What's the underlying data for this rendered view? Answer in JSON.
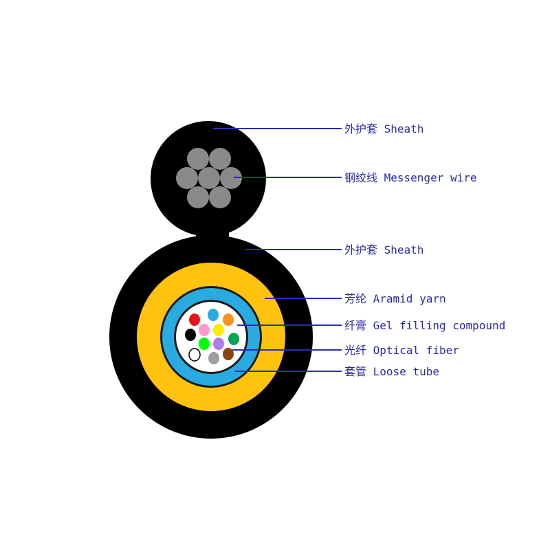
{
  "labels": {
    "sheath_top": "外护套 Sheath",
    "messenger": "钢绞线 Messenger wire",
    "sheath_main": "外护套 Sheath",
    "aramid": "芳纶 Aramid yarn",
    "gel": "纤膏 Gel filling compound",
    "fiber": "光纤 Optical fiber",
    "loose_tube": "套管 Loose tube"
  },
  "colors": {
    "sheath": "#000000",
    "messenger_strand": "#8a8a8a",
    "aramid": "#ffc20e",
    "loose_tube": "#29abe2",
    "gel": "#ffffff",
    "leader_line": "#2b2bb8",
    "label_text": "#2a2aa8"
  },
  "fibers": [
    {
      "color": "#e8141b"
    },
    {
      "color": "#29abe2"
    },
    {
      "color": "#f7931e"
    },
    {
      "color": "#000000"
    },
    {
      "color": "#ff99cc"
    },
    {
      "color": "#ffea00"
    },
    {
      "color": "#00a651"
    },
    {
      "color": "#00ff00"
    },
    {
      "color": "#b07de6"
    },
    {
      "color": "#ffffff"
    },
    {
      "color": "#9e9e9e"
    },
    {
      "color": "#8b4513"
    }
  ]
}
